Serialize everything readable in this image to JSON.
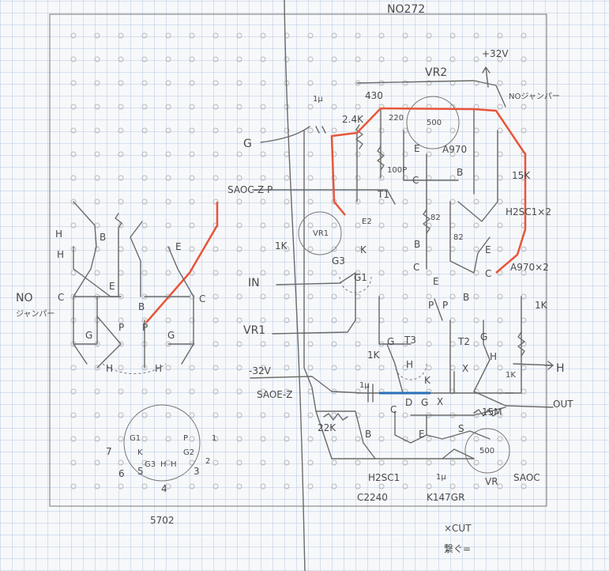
{
  "title": "NO272",
  "colors": {
    "paper": "#f7f8fa",
    "pencil": "#6a6a6a",
    "red_wire": "#e8553a",
    "blue_wire": "#2a6fb8",
    "board_border": "#8c8c8c",
    "hole": "#b8b8b8"
  },
  "right_circuit": {
    "labels": [
      "+32V",
      "VR2",
      "1μ",
      "430",
      "NOジャンパー",
      "2.4K",
      "220",
      "500",
      "E",
      "A970",
      "100P",
      "C",
      "B",
      "15K",
      "G",
      "SAOC-Z P",
      "T1",
      "H2SC1×2",
      "82",
      "82",
      "1K",
      "VR1",
      "E2",
      "G3",
      "K",
      "B",
      "E",
      "A970×2",
      "C",
      "E",
      "C",
      "IN",
      "G1",
      "B",
      "P",
      "P",
      "1K",
      "VR1",
      "G",
      "T3",
      "T2",
      "G",
      "1K",
      "H",
      "K",
      "X",
      "H",
      "1K",
      "H",
      "-32V",
      "SAOE-Z",
      "1μ",
      "D",
      "G",
      "X",
      "OUT",
      "15M",
      "C",
      "22K",
      "B",
      "E",
      "S",
      "500",
      "H2SC1",
      "1μ",
      "VR",
      "SAOC",
      "C2240",
      "K147GR"
    ]
  },
  "left_circuit": {
    "labels": [
      "H",
      "H",
      "B",
      "E",
      "E",
      "C",
      "B",
      "C",
      "NO",
      "ジャンパー",
      "G",
      "P",
      "P",
      "G",
      "H",
      "H"
    ],
    "socket_pins": [
      "G1",
      "P",
      "1",
      "G2",
      "2",
      "K",
      "7",
      "6",
      "G3",
      "H",
      "H",
      "5",
      "3",
      "4"
    ],
    "tube": "5702"
  },
  "notes": {
    "cut": "×CUT",
    "connect": "繋ぐ="
  }
}
